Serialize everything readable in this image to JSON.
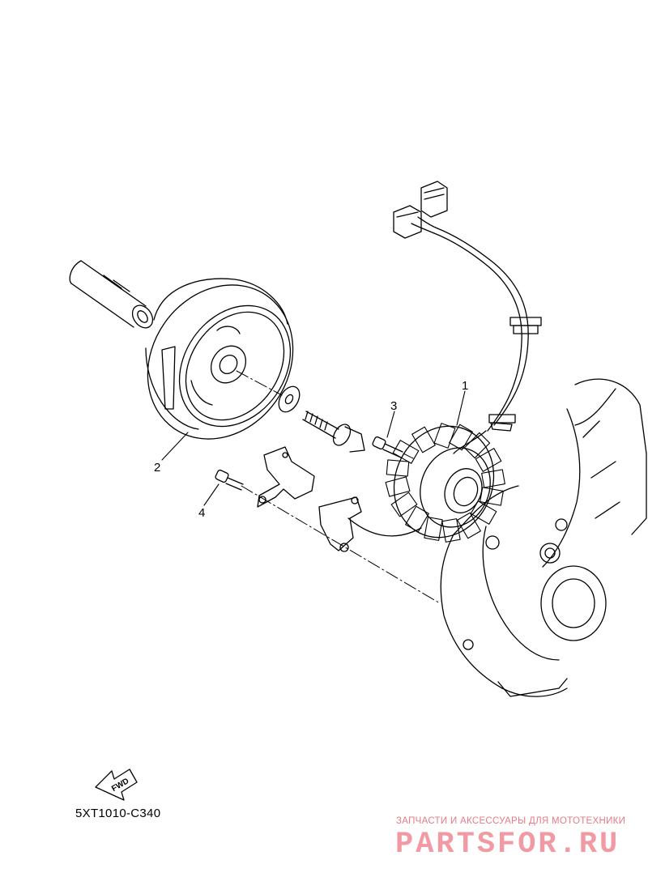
{
  "callouts": [
    {
      "id": "1",
      "label": "1"
    },
    {
      "id": "2",
      "label": "2"
    },
    {
      "id": "3",
      "label": "3"
    },
    {
      "id": "4",
      "label": "4"
    }
  ],
  "fwd_label": "FWD",
  "diagram_code": "5XT1010-C340",
  "watermark": {
    "tagline": "ЗАПЧАСТИ И АКСЕССУАРЫ ДЛЯ МОТОТЕХНИКИ",
    "brand": "PARTSFOR.RU",
    "color": "#f29aa3"
  }
}
